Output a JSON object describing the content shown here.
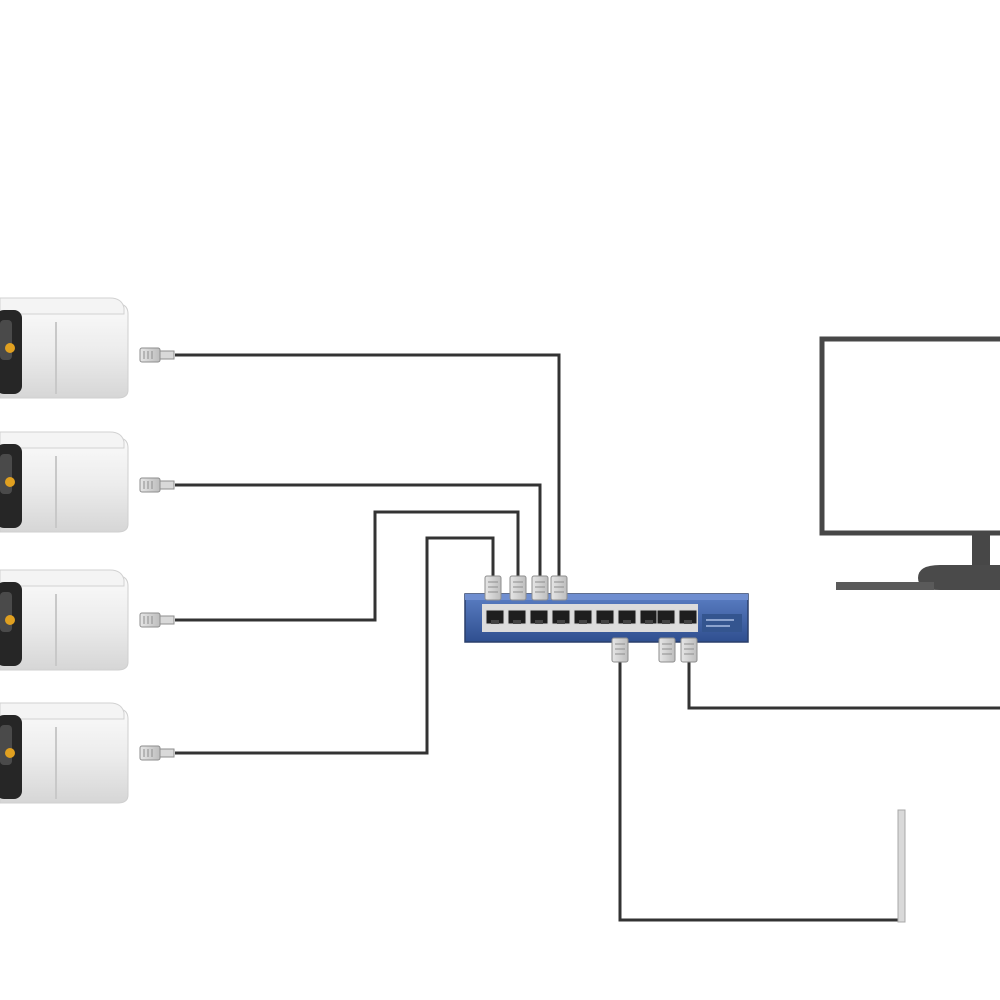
{
  "diagram": {
    "devices": [
      {
        "id": "camera-1",
        "type": "bullet-camera"
      },
      {
        "id": "camera-2",
        "type": "bullet-camera"
      },
      {
        "id": "camera-3",
        "type": "bullet-camera"
      },
      {
        "id": "camera-4",
        "type": "bullet-camera"
      },
      {
        "id": "poe-switch",
        "type": "network-switch",
        "ports": 10,
        "lower_ports": 8,
        "upper_ports": 2
      },
      {
        "id": "monitor",
        "type": "monitor"
      },
      {
        "id": "nvr-uplink",
        "type": "cable-end"
      }
    ],
    "connections": [
      {
        "from": "camera-1",
        "to": "poe-switch",
        "port": 4
      },
      {
        "from": "camera-2",
        "to": "poe-switch",
        "port": 3
      },
      {
        "from": "camera-3",
        "to": "poe-switch",
        "port": 2
      },
      {
        "from": "camera-4",
        "to": "poe-switch",
        "port": 1
      },
      {
        "from": "poe-switch",
        "to": "monitor",
        "port": 10
      },
      {
        "from": "poe-switch",
        "to": "nvr-uplink",
        "port": 7
      }
    ],
    "colors": {
      "background": "#ffffff",
      "cable": "#333333",
      "camera_body": "#ececec",
      "camera_lens": "#262626",
      "switch_face": "#3f66ad",
      "switch_port": "#1e1e1e",
      "connector": "#c9c9c9",
      "monitor_frame": "#474747",
      "monitor_screen": "#ffffff"
    }
  }
}
